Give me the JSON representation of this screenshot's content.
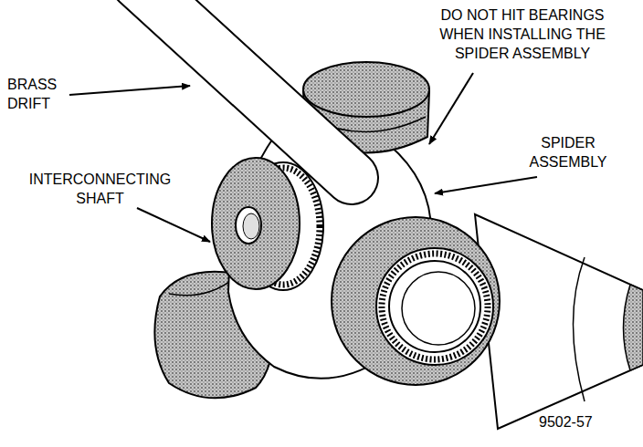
{
  "diagram": {
    "labels": [
      "BRASS DRIFT",
      "INTERCONNECTING SHAFT",
      "DO NOT HIT BEARINGS WHEN INSTALLING THE SPIDER ASSEMBLY",
      "SPIDER ASSEMBLY",
      "9502-57"
    ]
  }
}
